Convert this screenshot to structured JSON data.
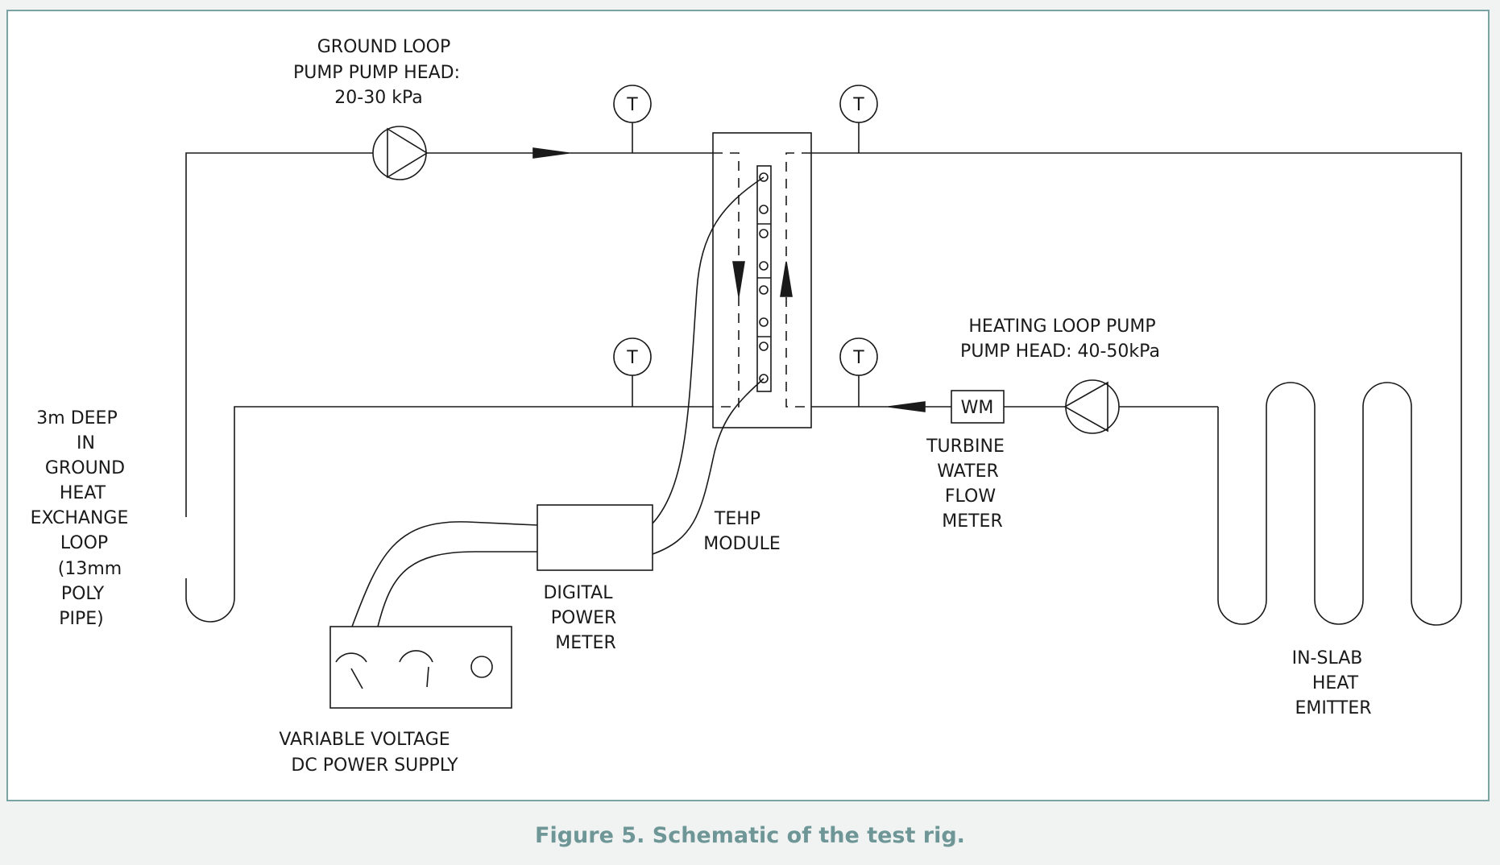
{
  "labels": {
    "ground_loop_pump": [
      "GROUND LOOP",
      "PUMP PUMP HEAD:",
      "20-30 kPa"
    ],
    "heating_loop_pump": [
      "HEATING LOOP PUMP",
      "PUMP HEAD: 40-50kPa"
    ],
    "ground_loop": [
      "3m DEEP",
      "IN",
      "GROUND",
      "HEAT",
      "EXCHANGE",
      "LOOP",
      "(13mm",
      "POLY",
      "PIPE)"
    ],
    "flow_meter": [
      "TURBINE",
      "WATER",
      "FLOW",
      "METER"
    ],
    "tehp_module": [
      "TEHP",
      "MODULE"
    ],
    "power_meter": [
      "DIGITAL",
      "POWER",
      "METER"
    ],
    "power_supply": [
      "VARIABLE VOLTAGE",
      "DC POWER SUPPLY"
    ],
    "heat_emitter": [
      "IN-SLAB",
      "HEAT",
      "EMITTER"
    ]
  },
  "sensor_label": "T",
  "water_meter_label": "WM",
  "caption": "Figure 5. Schematic of the test rig.",
  "colors": {
    "line": "#1a1a1a",
    "frame": "#7aa3a3",
    "caption": "#6e9696",
    "background": "#f1f3f3"
  }
}
